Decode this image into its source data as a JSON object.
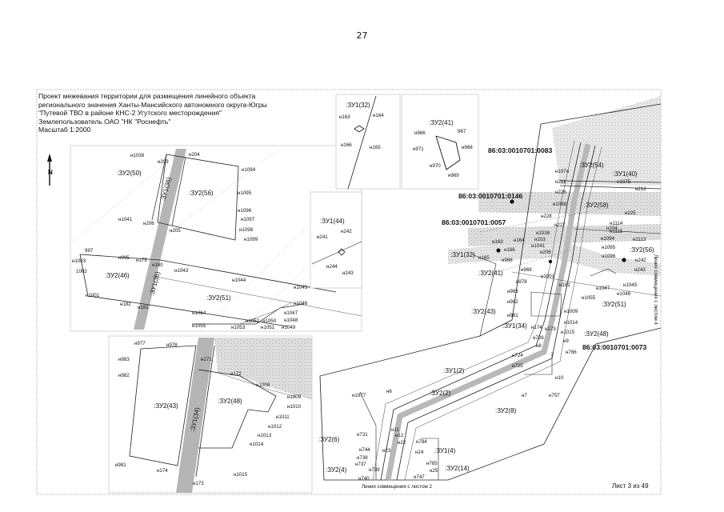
{
  "page_number": "27",
  "title": {
    "line1": "Проект межевания территории для размещения линейного объекта",
    "line2": "регионального значения Ханты-Мансийского автономного округа-Югры",
    "line3": "\"Путевой ТВО в районе КНС-2 Угутского месторождения\"",
    "line4": "Землепользователь ОАО \"НК \"Роснефть\"",
    "line5": "Масштаб 1:2000"
  },
  "north_arrow": {
    "label": "N"
  },
  "inset1": {
    "parcels": [
      ":ЗУ2(50)",
      ":ЗУ1(36)",
      ":ЗУ2(56)",
      ":ЗУ2(46)",
      ":ЗУ1(36)",
      ":ЗУ2(51)"
    ],
    "points": [
      "н1038",
      "н203",
      "н204",
      "н1094",
      "н1095",
      "н1096",
      "н1097",
      "н1098",
      "н1099",
      "н1041",
      "н206",
      "н205",
      "997",
      "н1003",
      "1002",
      "н995",
      "н179",
      "н180",
      "н1043",
      "н1044",
      "н1001",
      "н182",
      "н181",
      "н1045",
      "н1046",
      "н1064",
      "н1047",
      "н1048",
      "н1049",
      "н1051",
      "н1050",
      "н1052",
      "н1053",
      "н1055"
    ]
  },
  "inset2": {
    "parcel": ":ЗУ1(32)",
    "points": [
      "н163",
      "н164",
      "н166",
      "н165"
    ]
  },
  "inset3": {
    "parcel": ":ЗУ2(41)",
    "points": [
      "н966",
      "967",
      "н971",
      "н968",
      "н970",
      "н969"
    ]
  },
  "inset4": {
    "parcel": ":ЗУ1(44)",
    "points": [
      "н241",
      "н242",
      "н244",
      "н243"
    ]
  },
  "inset5": {
    "parcels": [
      ":ЗУ2(43)",
      ":ЗУ1(34)",
      ":ЗУ2(48)"
    ],
    "points": [
      "н977",
      "н978",
      "н983",
      "н171",
      "н982",
      "н172",
      "н1008",
      "н1009",
      "н1010",
      "н1011",
      "н1012",
      "н1013",
      "н1014",
      "н981",
      "н174",
      "н173",
      "н1015"
    ]
  },
  "main_map": {
    "cadastral": [
      "86:03:0010701:0083",
      "86:03:0010701:0146",
      "86:03:0010701:0057",
      "86:03:0010701:0073"
    ],
    "parcels": [
      ":ЗУ2(54)",
      ":ЗУ1(40)",
      ":ЗУ2(58)",
      ":ЗУ1(32)",
      ":ЗУ2(41)",
      ":ЗУ2(56)",
      ":ЗУ2(51)",
      ":ЗУ2(43)",
      ":ЗУ1(34)",
      ":ЗУ2(48)",
      ":ЗУ1(2)",
      ":ЗУ2(2)",
      ":ЗУ2(8)",
      ":ЗУ2(6)",
      ":ЗУ1(4)",
      ":ЗУ2(14)",
      ":ЗУ2(4)"
    ],
    "points": [
      "н1074",
      "н211",
      "н1075",
      "н212",
      "н226",
      "н1088",
      "н225",
      "н228",
      "н227",
      "н1114",
      "н204",
      "н1115",
      "н1038",
      "н203",
      "н1094",
      "н1113",
      "н163",
      "н164",
      "н1041",
      "н1095",
      "н166",
      "н1096",
      "н966",
      "н206",
      "н242",
      "н165",
      "н969",
      "н243",
      "н1001",
      "н1047",
      "н1045",
      "н978",
      "н182",
      "н1046",
      "н983",
      "н1055",
      "н982",
      "н1009",
      "н981",
      "н1014",
      "н174",
      "н173",
      "н1015",
      "н726",
      "н9",
      "н8",
      "н766",
      "н724",
      "н725",
      "н10",
      "н757",
      "н7",
      "н1977",
      "н6",
      "н11",
      "н12",
      "н731",
      "н784",
      "н22",
      "н744",
      "н23",
      "н738",
      "н24",
      "н737",
      "н785",
      "н739",
      "н25",
      "н740",
      "н747"
    ],
    "combine_right": "Линия совмещения с листом 4",
    "combine_bottom": "Линия совмещения с листом 2"
  },
  "footer": {
    "sheet": "Лист 3 из 49"
  }
}
